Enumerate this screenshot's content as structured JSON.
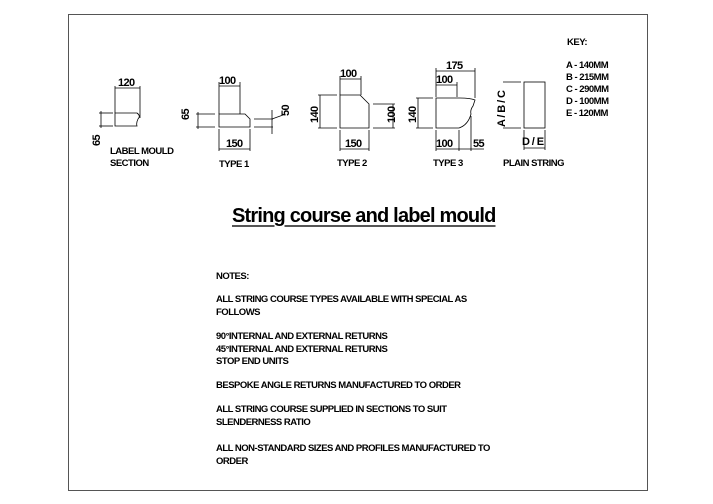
{
  "key": {
    "heading": "KEY:",
    "items": [
      "A - 140MM",
      "B - 215MM",
      "C - 290MM",
      "D - 100MM",
      "E - 120MM"
    ]
  },
  "profiles": {
    "label_mould": {
      "width": "120",
      "height": "65",
      "caption_line1": "LABEL MOULD",
      "caption_line2": "SECTION"
    },
    "type1": {
      "top": "100",
      "left_height": "65",
      "right_height": "50",
      "bottom": "150",
      "caption": "TYPE 1"
    },
    "type2": {
      "top": "100",
      "left_height": "140",
      "right_height": "100",
      "bottom": "150",
      "caption": "TYPE 2"
    },
    "type3": {
      "overall": "175",
      "top": "100",
      "left_height": "140",
      "bottom": "100",
      "projection": "55",
      "caption": "TYPE 3"
    },
    "plain_string": {
      "height": "A / B / C",
      "width": "D / E",
      "caption": "PLAIN STRING"
    }
  },
  "title": "String course and label mould",
  "notes": {
    "heading": "NOTES:",
    "lines": [
      "ALL STRING COURSE TYPES AVAILABLE WITH SPECIAL AS",
      "FOLLOWS",
      "90°INTERNAL AND EXTERNAL RETURNS",
      "45°INTERNAL AND EXTERNAL RETURNS",
      "STOP END UNITS",
      "BESPOKE ANGLE RETURNS MANUFACTURED TO ORDER",
      "ALL STRING COURSE SUPPLIED IN SECTIONS TO SUIT",
      "SLENDERNESS RATIO",
      "ALL NON-STANDARD SIZES AND PROFILES MANUFACTURED TO",
      "ORDER"
    ]
  }
}
